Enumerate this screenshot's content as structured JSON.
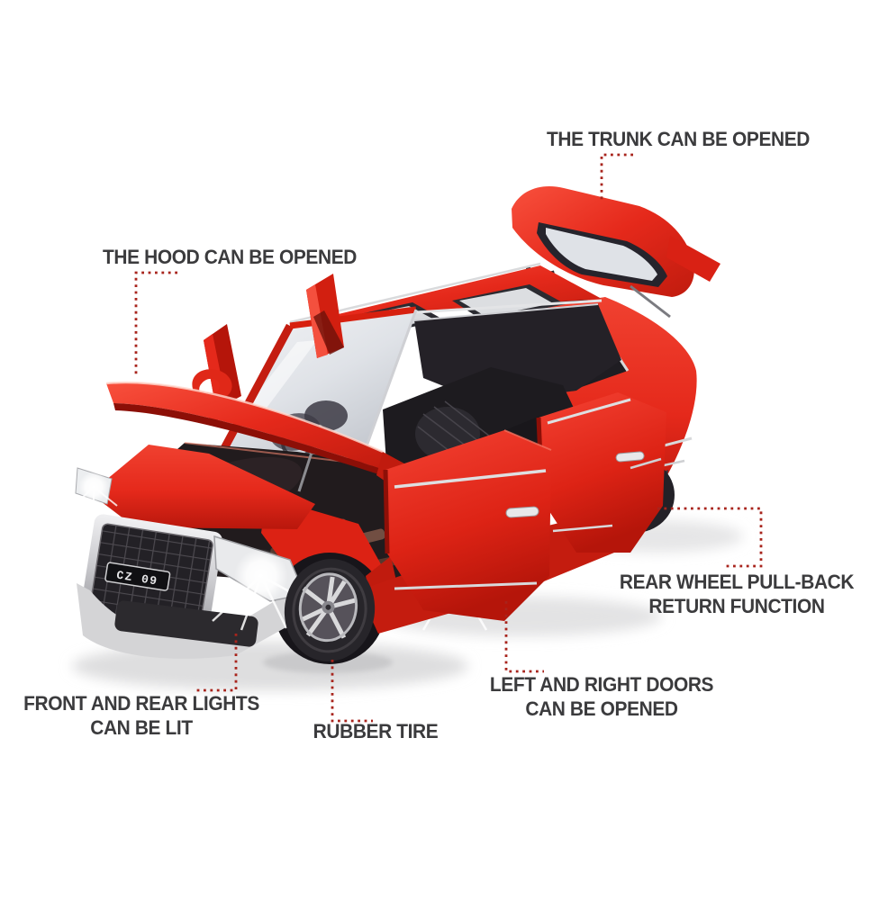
{
  "figure": {
    "type": "annotated-product-photo",
    "subject": "Red die-cast model SUV toy car with opening parts",
    "background_color": "#ffffff",
    "annotation_line_color": "#a8241c",
    "label_text_color": "#3b3b3d",
    "car": {
      "body_color": "#e5291b",
      "license_plate": "CZ 09",
      "features_shown": [
        "open trunk",
        "open hood",
        "open left and right doors",
        "panoramic sunroof",
        "chrome honeycomb grille",
        "lit headlights",
        "rubber tires on alloy wheels",
        "rear wheel pull-back motor"
      ]
    },
    "labels": [
      {
        "id": "trunk",
        "lines": [
          "THE TRUNK CAN BE OPENED"
        ]
      },
      {
        "id": "hood",
        "lines": [
          "THE HOOD CAN BE OPENED"
        ]
      },
      {
        "id": "rear-wheel",
        "lines": [
          "REAR WHEEL PULL-BACK",
          "RETURN FUNCTION"
        ]
      },
      {
        "id": "doors",
        "lines": [
          "LEFT AND RIGHT DOORS",
          "CAN BE OPENED"
        ]
      },
      {
        "id": "tire",
        "lines": [
          "RUBBER TIRE"
        ]
      },
      {
        "id": "lights",
        "lines": [
          "FRONT AND REAR LIGHTS",
          "CAN BE LIT"
        ]
      }
    ]
  }
}
